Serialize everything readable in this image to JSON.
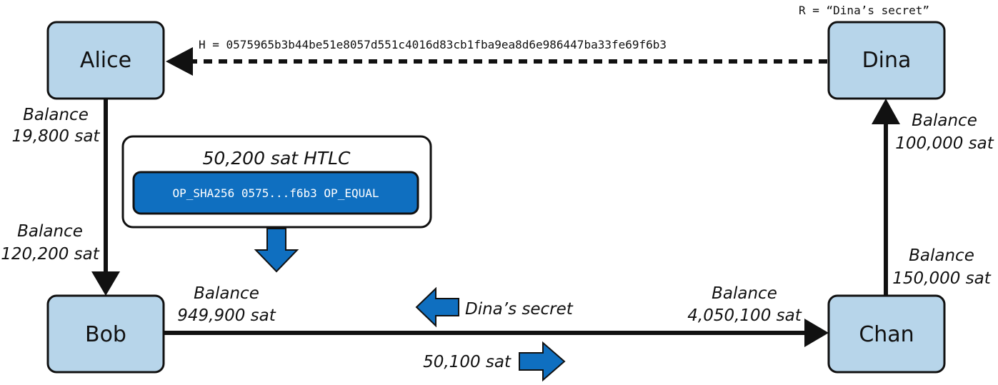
{
  "colors": {
    "node_fill": "#b7d5ea",
    "accent_blue": "#0f6fc0",
    "line": "#111111"
  },
  "nodes": {
    "alice": "Alice",
    "bob": "Bob",
    "chan": "Chan",
    "dina": "Dina"
  },
  "secret_label": "R = “Dina’s secret”",
  "hash_label": "H = 0575965b3b44be51e8057d551c4016d83cb1fba9ea8d6e986447ba33fe69f6b3",
  "balances": {
    "alice_side": [
      "Balance",
      "19,800 sat"
    ],
    "bob_side_top": [
      "Balance",
      "120,200 sat"
    ],
    "bob_side_right": [
      "Balance",
      "949,900 sat"
    ],
    "chan_side_left": [
      "Balance",
      "4,050,100 sat"
    ],
    "chan_side_top": [
      "Balance",
      "150,000 sat"
    ],
    "dina_side": [
      "Balance",
      "100,000 sat"
    ]
  },
  "htlc": {
    "title": "50,200 sat HTLC",
    "script": "OP_SHA256 0575...f6b3 OP_EQUAL"
  },
  "flow": {
    "secret_back": "Dina’s secret",
    "payment_forward": "50,100 sat"
  }
}
